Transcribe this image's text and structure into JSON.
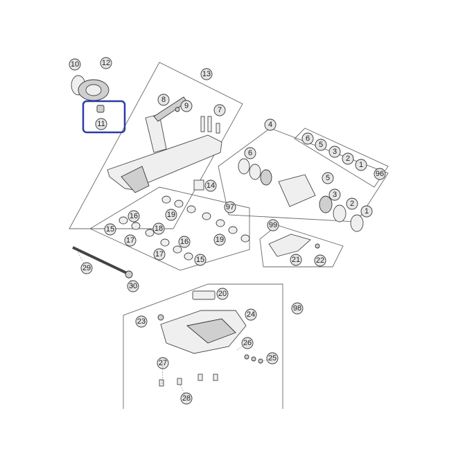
{
  "diagram": {
    "callouts": [
      "10",
      "12",
      "13",
      "8",
      "9",
      "7",
      "11",
      "4",
      "6",
      "5",
      "3",
      "2",
      "1",
      "96",
      "6",
      "5",
      "3",
      "2",
      "1",
      "14",
      "97",
      "16",
      "19",
      "15",
      "18",
      "17",
      "16",
      "19",
      "17",
      "15",
      "99",
      "21",
      "22",
      "29",
      "30",
      "20",
      "98",
      "23",
      "24",
      "26",
      "25",
      "27",
      "28"
    ],
    "highlighted_part": "11",
    "highlight_color": "#2b3aa8"
  }
}
